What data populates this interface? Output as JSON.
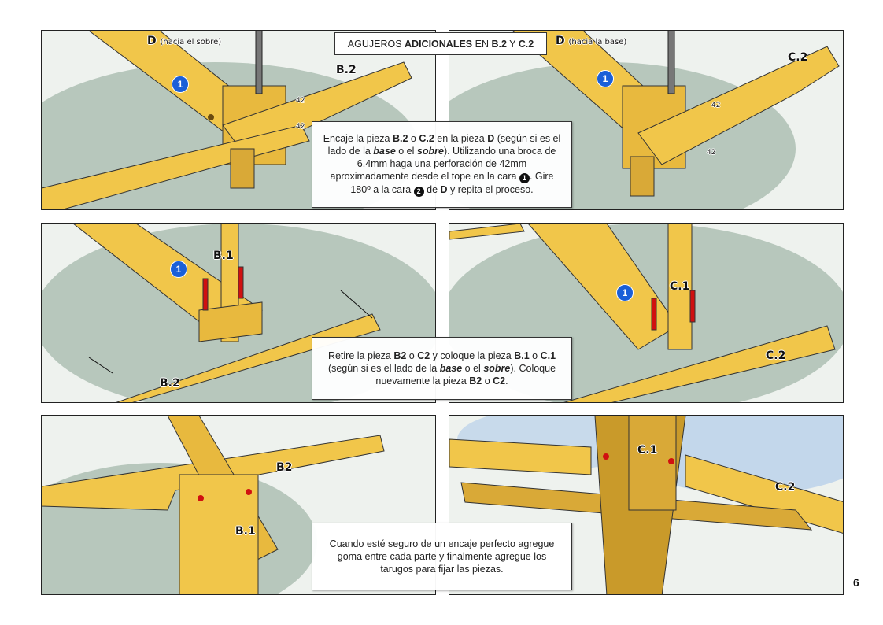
{
  "title": {
    "prefix": "AGUJEROS ",
    "bold1": "ADICIONALES",
    "mid": " EN ",
    "bold2": "B.2",
    "y": " Y ",
    "bold3": "C.2"
  },
  "panels": {
    "p1": {
      "label_d": "D",
      "label_d_note": "(hacia el sobre)",
      "label_piece": "B.2",
      "badge": "1",
      "dim1": "42",
      "dim2": "42"
    },
    "p2": {
      "label_d": "D",
      "label_d_note": "(hacia la base)",
      "label_piece": "C.2",
      "badge": "1",
      "dim1": "42",
      "dim2": "42"
    },
    "p3": {
      "label_piece1": "B.1",
      "label_piece2": "B.2",
      "badge": "1"
    },
    "p4": {
      "label_piece1": "C.1",
      "label_piece2": "C.2",
      "badge": "1"
    },
    "p5": {
      "label_piece1": "B2",
      "label_piece2": "B.1"
    },
    "p6": {
      "label_piece1": "C.1",
      "label_piece2": "C.2"
    }
  },
  "callouts": {
    "c1": {
      "t1": "Encaje la pieza ",
      "b1": "B.2",
      "t2": " o ",
      "b2": "C.2",
      "t3": " en la pieza ",
      "b3": "D",
      "t4": " (según si es el lado de la ",
      "i1": "base",
      "t5": " o el ",
      "i2": "sobre",
      "t6": "). Utilizando una broca de 6.4mm haga una perforación de 42mm aproximadamente desde el tope en la cara ",
      "n1": "1",
      "t7": ". Gire 180º a la cara ",
      "n2": "2",
      "t8": " de ",
      "b4": "D",
      "t9": " y repita el proceso."
    },
    "c2": {
      "t1": "Retire la pieza ",
      "b1": "B2",
      "t2": " o ",
      "b2": "C2",
      "t3": " y coloque la pieza ",
      "b3": "B.1",
      "t4": " o ",
      "b4": "C.1",
      "t5": " (según si es el lado de la ",
      "i1": "base",
      "t6": " o el ",
      "i2": "sobre",
      "t7": "). Coloque nuevamente la pieza ",
      "b5": "B2",
      "t8": " o ",
      "b6": "C2",
      "t9": "."
    },
    "c3": {
      "text": "Cuando esté seguro de un encaje perfecto agregue goma entre cada parte y finalmente agregue los tarugos para fijar las piezas."
    }
  },
  "page_number": "6",
  "colors": {
    "wood": "#f1c64a",
    "wood_dark": "#c99a2a",
    "bg_green": "#8fa89a",
    "badge": "#1a5fd8",
    "pin": "#d01010"
  }
}
